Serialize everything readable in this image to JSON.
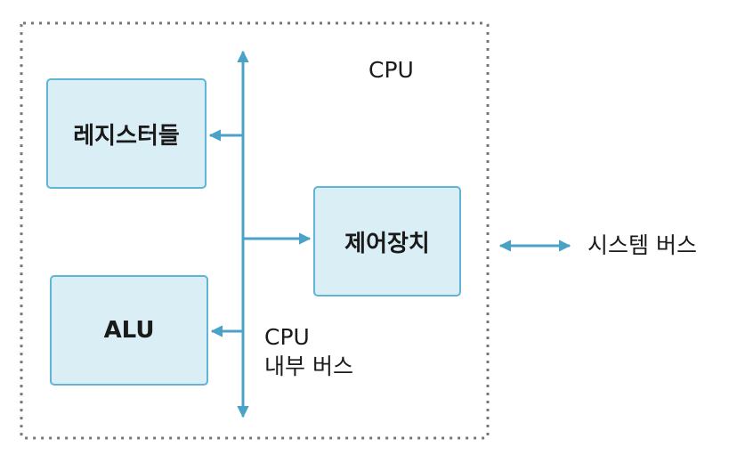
{
  "cpu_label": "CPU",
  "internal_bus_label": {
    "line1": "CPU",
    "line2": "내부 버스"
  },
  "system_bus_label": "시스템 버스",
  "components": {
    "registers": "레지스터들",
    "control_unit": "제어장치",
    "alu": "ALU"
  },
  "colors": {
    "box_fill": "#d9eef5",
    "box_border": "#5fb5d3",
    "arrow": "#4aa3c7",
    "boundary": "#777777"
  }
}
